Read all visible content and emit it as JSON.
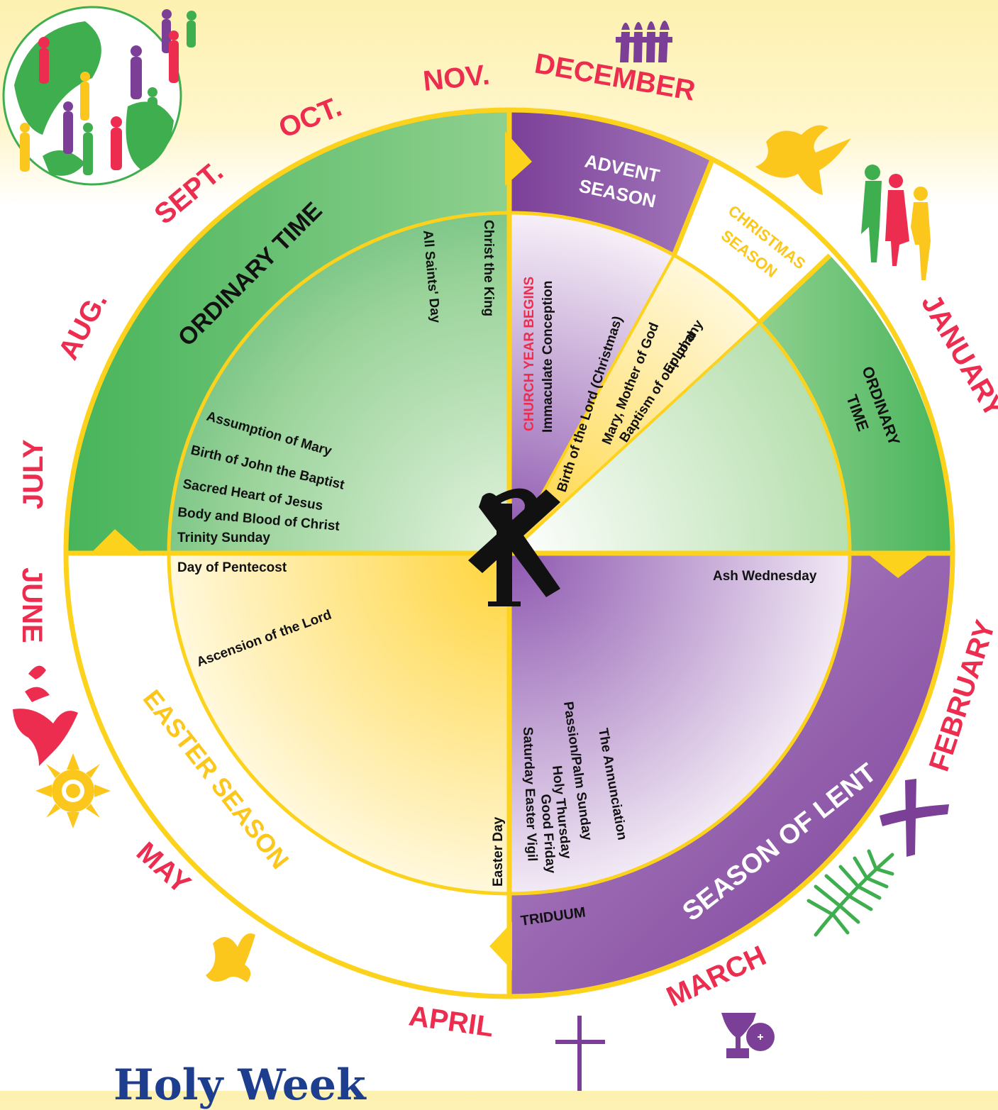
{
  "months": {
    "nov": "NOV.",
    "december": "DECEMBER",
    "oct": "OCT.",
    "sept": "SEPT.",
    "aug": "AUG.",
    "july": "JULY",
    "june": "JUNE",
    "may": "MAY",
    "april": "APRIL",
    "march": "MARCH",
    "february": "FEBRUARY",
    "january": "JANUARY"
  },
  "seasons": {
    "ordinary_time_main": "ORDINARY TIME",
    "advent_line1": "ADVENT",
    "advent_line2": "SEASON",
    "christmas_line1": "CHRISTMAS",
    "christmas_line2": "SEASON",
    "ordinary_time_small_line1": "ORDINARY",
    "ordinary_time_small_line2": "TIME",
    "lent": "SEASON OF LENT",
    "easter": "EASTER SEASON",
    "triduum": "TRIDUUM"
  },
  "events": {
    "christ_the_king": "Christ the King",
    "all_saints_day": "All Saints' Day",
    "church_year_begins": "CHURCH YEAR BEGINS",
    "immaculate_conception": "Immaculate Conception",
    "birth_of_the_lord": "Birth of the Lord (Christmas)",
    "mary_mother_of_god": "Mary, Mother of God",
    "epiphany": "Epiphany",
    "baptism_of_our_lord": "Baptism of our Lord",
    "assumption_of_mary": "Assumption of Mary",
    "birth_of_john": "Birth of John the Baptist",
    "sacred_heart": "Sacred Heart of Jesus",
    "body_and_blood": "Body and Blood of Christ",
    "trinity_sunday": "Trinity Sunday",
    "day_of_pentecost": "Day of Pentecost",
    "ascension": "Ascension of the Lord",
    "ash_wednesday": "Ash Wednesday",
    "annunciation": "The Annunciation",
    "passion_palm_sunday": "Passion/Palm Sunday",
    "holy_thursday": "Holy Thursday",
    "good_friday": "Good Friday",
    "saturday_easter_vigil": "Saturday Easter Vigil",
    "easter_day": "Easter Day"
  },
  "center_symbol": "chi-rho-icon",
  "bottom_title": "Holy Week",
  "colors": {
    "ordinary_green": "#3eae4e",
    "advent_lent_purple": "#7b3f98",
    "christmas_easter_gold": "#ffd43a",
    "month_red": "#ec2d4f",
    "ring_border": "#fcd21c"
  }
}
